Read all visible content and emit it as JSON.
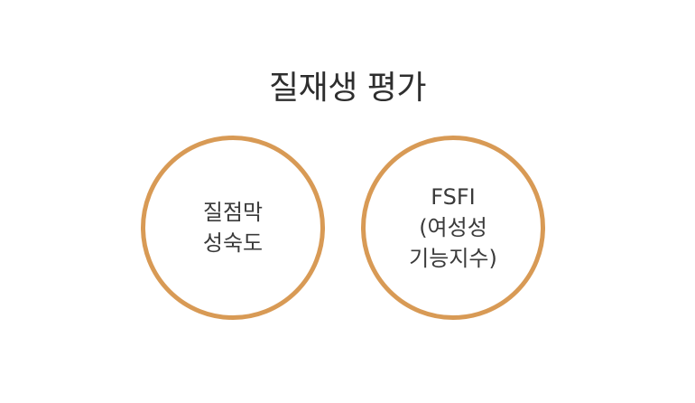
{
  "title": "질재생 평가",
  "accent_color": "#d89a55",
  "circles": [
    {
      "lines": [
        "질점막",
        "성숙도"
      ]
    },
    {
      "lines": [
        "FSFI",
        "(여성성",
        "기능지수)"
      ]
    }
  ]
}
